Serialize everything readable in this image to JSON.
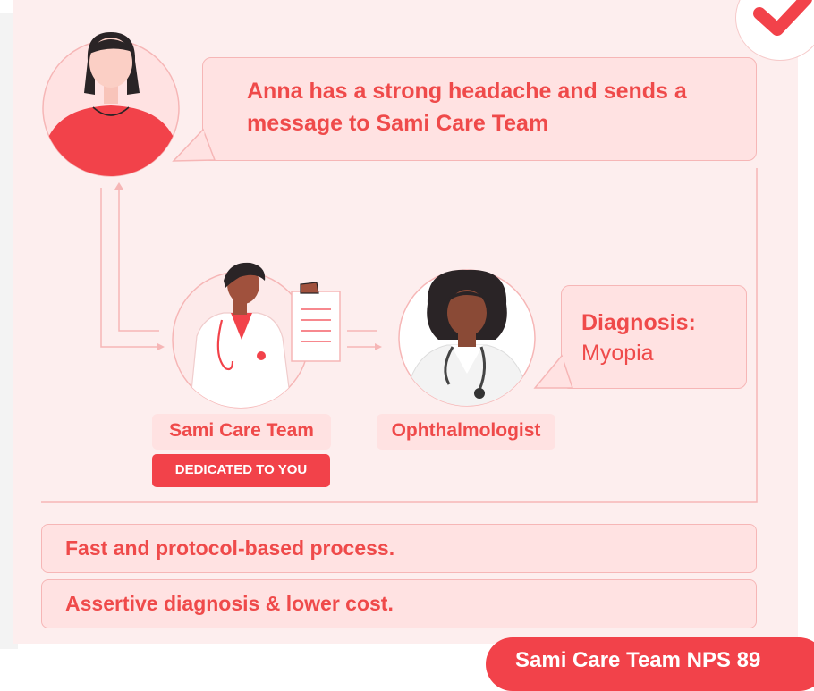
{
  "colors": {
    "accent": "#f2424a",
    "panel": "#fdeeee",
    "box": "#ffe2e2",
    "text": "#ef4a4a"
  },
  "icons": [
    "check-icon",
    "patient-avatar",
    "care-team-avatar",
    "ophthalmologist-avatar"
  ],
  "patient_message": "Anna has a strong headache and sends a message to Sami Care Team",
  "diagnosis": {
    "label": "Diagnosis:",
    "value": "Myopia"
  },
  "care_team": {
    "label": "Sami Care Team",
    "badge": "DEDICATED TO YOU"
  },
  "specialist": {
    "label": "Ophthalmologist"
  },
  "benefits": [
    "Fast and protocol-based process.",
    "Assertive diagnosis & lower cost."
  ],
  "nps_badge": "Sami Care Team NPS 89"
}
